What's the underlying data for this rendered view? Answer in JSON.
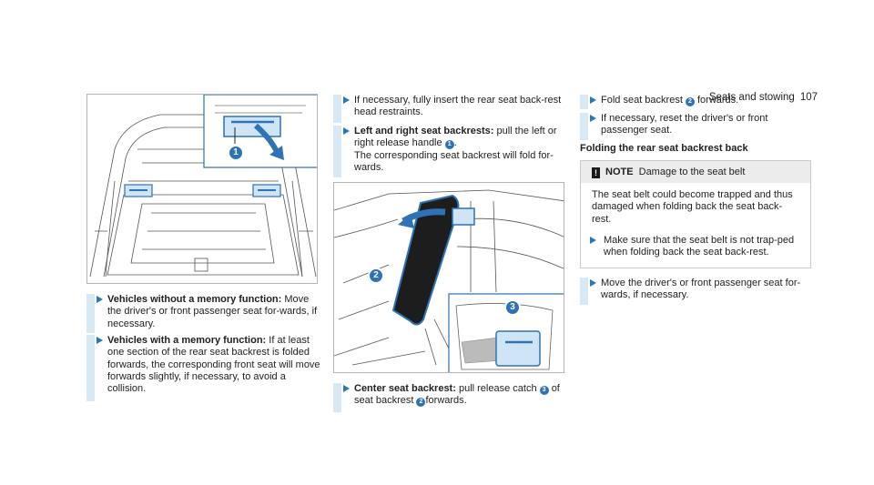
{
  "header": {
    "section": "Seats and stowing",
    "page_number": "107"
  },
  "figures": {
    "fig1": {
      "callout": "1",
      "icon": "trunk-release-handle-illustration"
    },
    "fig2": {
      "callout_left": "2",
      "callout_right": "3",
      "icon": "rear-seat-backrest-illustration"
    }
  },
  "col1": {
    "step1": {
      "bold": "Vehicles without a memory function:",
      "text": "Move the driver's or front passenger seat for-wards, if necessary."
    },
    "step2": {
      "bold": "Vehicles with a memory function:",
      "text": "If at least one section of the rear seat backrest is folded forwards, the corresponding front seat will move forwards slightly, if necessary, to avoid a collision."
    }
  },
  "col2": {
    "step1": {
      "text": "If necessary, fully insert the rear seat back-rest head restraints."
    },
    "step2": {
      "bold": "Left and right seat backrests:",
      "text_a": "pull the left or right release handle",
      "num": "1",
      "text_b": ".",
      "text_c": "The corresponding seat backrest will fold for-wards."
    },
    "step3": {
      "bold": "Center seat backrest:",
      "text_a": "pull release catch",
      "num_a": "3",
      "text_b": "of seat backrest",
      "num_b": "2",
      "text_c": "forwards."
    }
  },
  "col3": {
    "step1": {
      "text_a": "Fold seat backrest",
      "num": "2",
      "text_b": "forwards."
    },
    "step2": {
      "text": "If necessary, reset the driver's or front passenger seat."
    },
    "section_title": "Folding the rear seat backrest back",
    "note": {
      "icon": "!",
      "label": "NOTE",
      "title": "Damage to the seat belt",
      "body": "The seat belt could become trapped and thus damaged when folding back the seat back-rest.",
      "step": "Make sure that the seat belt is not trap-ped when folding back the seat back-rest."
    },
    "step3": {
      "text": "Move the driver's or front passenger seat for-wards, if necessary."
    }
  }
}
